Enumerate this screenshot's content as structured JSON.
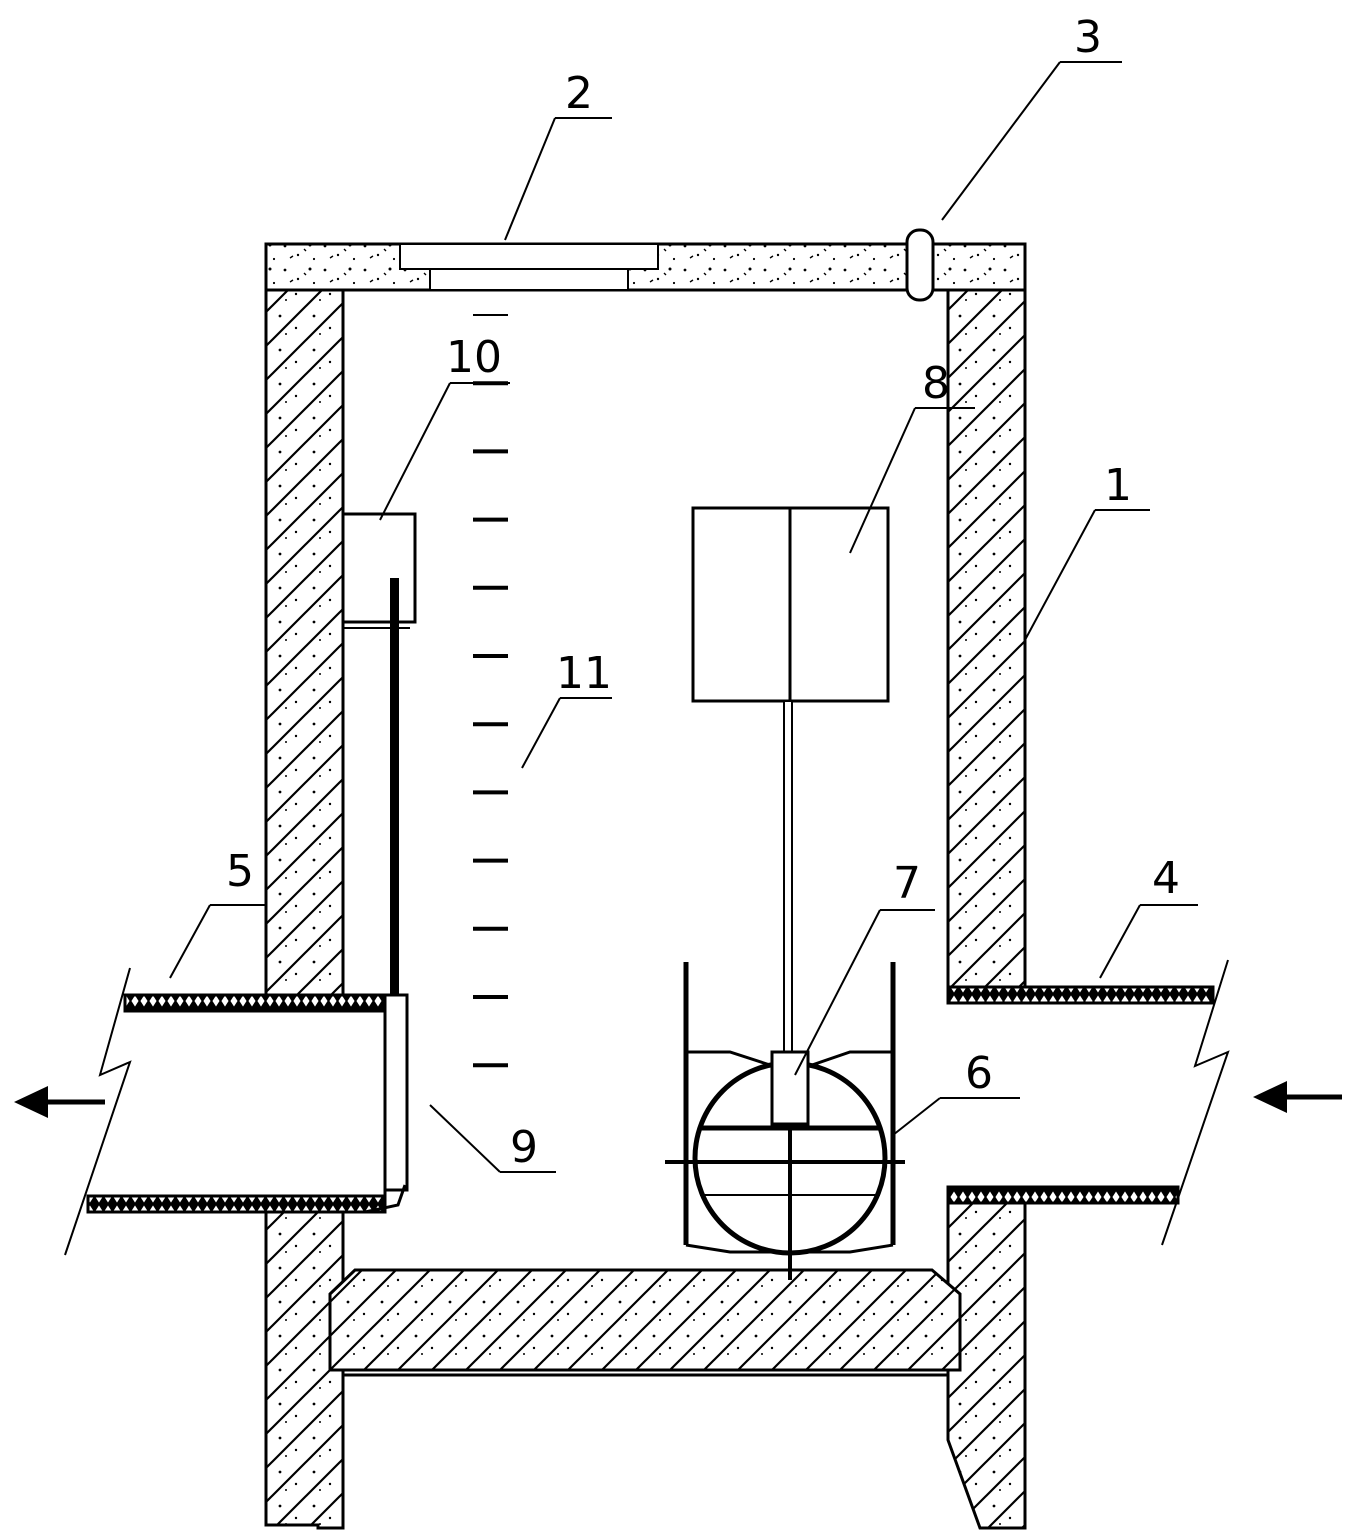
{
  "labels": {
    "l1": "1",
    "l2": "2",
    "l3": "3",
    "l4": "4",
    "l5": "5",
    "l6": "6",
    "l7": "7",
    "l8": "8",
    "l9": "9",
    "l10": "10",
    "l11": "11"
  },
  "flow": {
    "outlet_arrow": "left-arrow-icon",
    "inlet_arrow": "left-arrow-icon"
  }
}
